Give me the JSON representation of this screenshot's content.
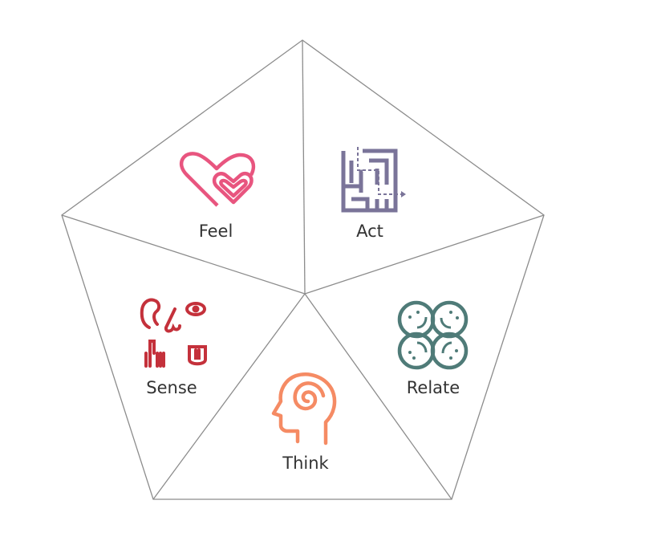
{
  "segments": [
    {
      "label": "Feel",
      "icon": "hearts-icon",
      "color": "#e8557f"
    },
    {
      "label": "Act",
      "icon": "maze-icon",
      "color": "#7a7499"
    },
    {
      "label": "Sense",
      "icon": "senses-icon",
      "color": "#c4313b"
    },
    {
      "label": "Relate",
      "icon": "smiley-faces-icon",
      "color": "#4f7b78"
    },
    {
      "label": "Think",
      "icon": "head-spiral-icon",
      "color": "#f58b64"
    }
  ],
  "outline_color": "#8c8c8c"
}
